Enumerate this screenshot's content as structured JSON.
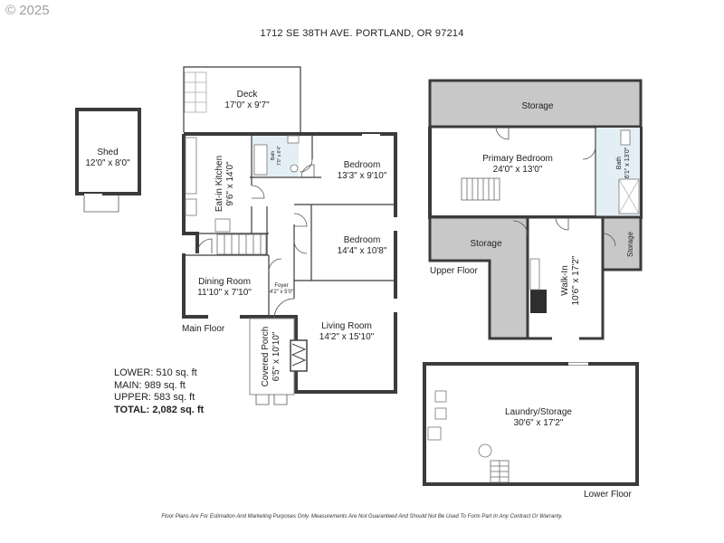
{
  "watermark": "© 2025",
  "address": "1712 SE 38TH AVE. PORTLAND, OR 97214",
  "rooms": {
    "deck": {
      "name": "Deck",
      "dims": "17'0\" x 9'7\""
    },
    "shed": {
      "name": "Shed",
      "dims": "12'0\" x 8'0\""
    },
    "kitchen": {
      "name": "Eat-in Kitchen",
      "dims": "9'6\" x 14'0\""
    },
    "bath_main": {
      "name": "Bath",
      "dims": "7'0\" x 6'4\""
    },
    "bedroom1": {
      "name": "Bedroom",
      "dims": "13'3\" x 9'10\""
    },
    "bedroom2": {
      "name": "Bedroom",
      "dims": "14'4\" x 10'8\""
    },
    "dining": {
      "name": "Dining Room",
      "dims": "11'10\" x 7'10\""
    },
    "foyer": {
      "name": "Foyer",
      "dims": "4'2\" x 5'0\""
    },
    "porch": {
      "name": "Covered Porch",
      "dims": "6'5\" x 10'10\""
    },
    "living": {
      "name": "Living Room",
      "dims": "14'2\" x 15'10\""
    },
    "storage_top": {
      "name": "Storage"
    },
    "primary": {
      "name": "Primary Bedroom",
      "dims": "24'0\" x 13'0\""
    },
    "bath_upper": {
      "name": "Bath",
      "dims": "6'1\" x 13'0\""
    },
    "storage_left": {
      "name": "Storage"
    },
    "storage_right": {
      "name": "Storage"
    },
    "walkin": {
      "name": "Walk-In",
      "dims": "10'6\" x 17'2\""
    },
    "laundry": {
      "name": "Laundry/Storage",
      "dims": "30'6\" x 17'2\""
    }
  },
  "floor_labels": {
    "main": "Main Floor",
    "upper": "Upper Floor",
    "lower": "Lower Floor"
  },
  "areas": {
    "lower": "LOWER: 510 sq. ft",
    "main": "MAIN: 989 sq. ft",
    "upper": "UPPER: 583 sq. ft",
    "total": "TOTAL: 2,082 sq. ft"
  },
  "disclaimer": "Floor Plans Are For Estimation And Marketing Purposes Only. Measurements Are Not Guaranteed And Should Not Be Used To Form Part In Any Contract Or Warranty.",
  "colors": {
    "wall": "#3b3b3b",
    "storage_fill": "#c8c8c8",
    "bath_fill": "#e3eef5",
    "watermark": "#a0a0a0"
  }
}
